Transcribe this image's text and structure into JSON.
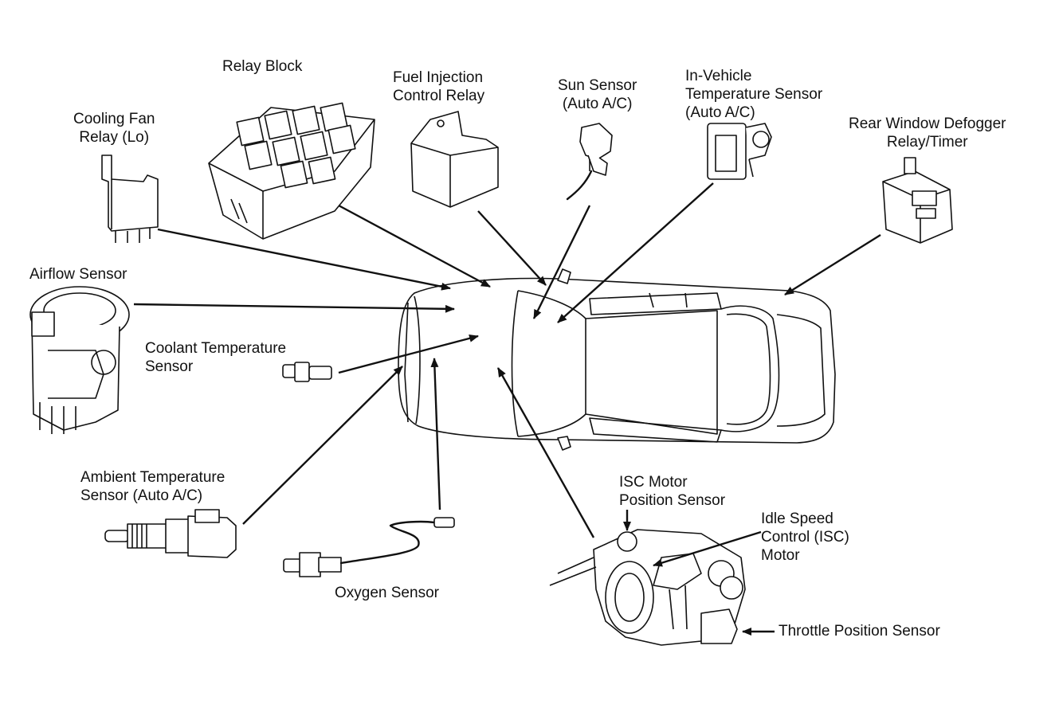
{
  "labels": {
    "relay_block": "Relay Block",
    "cooling_fan_relay": "Cooling Fan\nRelay (Lo)",
    "fuel_injection_control_relay": "Fuel Injection\nControl Relay",
    "sun_sensor": "Sun Sensor\n(Auto A/C)",
    "in_vehicle_temp_sensor": "In-Vehicle\nTemperature Sensor\n(Auto A/C)",
    "rear_window_defogger": "Rear Window Defogger\nRelay/Timer",
    "airflow_sensor": "Airflow Sensor",
    "coolant_temp_sensor": "Coolant Temperature\nSensor",
    "ambient_temp_sensor": "Ambient Temperature\nSensor (Auto A/C)",
    "oxygen_sensor": "Oxygen Sensor",
    "isc_motor_position_sensor": "ISC Motor\nPosition Sensor",
    "idle_speed_control_motor": "Idle Speed\nControl (ISC)\nMotor",
    "throttle_position_sensor": "Throttle Position Sensor"
  },
  "icons": [
    "relay-block-icon",
    "cooling-fan-relay-icon",
    "fuel-injection-relay-icon",
    "sun-sensor-icon",
    "in-vehicle-temp-sensor-icon",
    "rear-defogger-relay-icon",
    "airflow-sensor-icon",
    "coolant-temp-sensor-icon",
    "ambient-temp-sensor-icon",
    "oxygen-sensor-icon",
    "throttle-body-icon",
    "car-body-icon"
  ]
}
